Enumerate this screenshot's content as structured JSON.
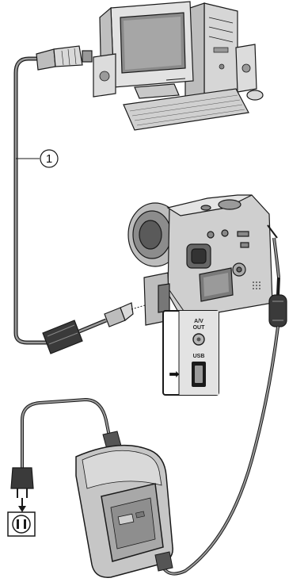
{
  "callout": {
    "number": "1"
  },
  "ports": {
    "av_line1": "A/V",
    "av_line2": "OUT",
    "usb": "USB",
    "arrow": "➡"
  },
  "colors": {
    "cable": "#6a6a6a",
    "body_light": "#d9d9d9",
    "body_mid": "#b4b4b4",
    "body_dark": "#555555",
    "outline": "#1a1a1a",
    "screen": "#7a7a7a"
  },
  "icons": [
    "computer-icon",
    "camera-icon",
    "usb-cable-icon",
    "ac-adaptor-icon",
    "wall-outlet-icon",
    "ac-plug-icon"
  ]
}
